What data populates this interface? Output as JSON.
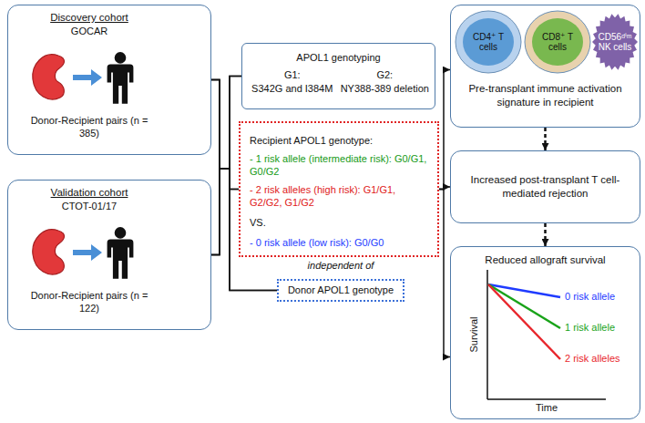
{
  "diagram": {
    "nodes": [
      {
        "text": [
          "Discovery cohort",
          "GOCAR",
          "Donor-Recipient pairs (n = 385)"
        ]
      },
      {
        "text": [
          "Validation cohort",
          "CTOT-01/17",
          "Donor-Recipient pairs (n = 122)"
        ]
      },
      {
        "text": [
          "APOL1 genotyping",
          "G1:",
          "S342G and I384M",
          "G2:",
          "NY388-389 deletion"
        ]
      },
      {
        "text": [
          "Recipient APOL1 genotype:",
          "- 1 risk allele (intermediate risk): G0/G1, G0/G2",
          "- 2 risk alleles (high risk): G1/G1, G2/G2, G1/G2",
          "VS.",
          "- 0 risk allele (low risk): G0/G0"
        ]
      },
      {
        "text": [
          "Donor APOL1 genotype"
        ]
      },
      {
        "text": [
          "Pre-transplant immune activation signature in recipient"
        ]
      },
      {
        "text": [
          "CD4⁺ T cells"
        ],
        "in": 5
      },
      {
        "text": [
          "CD8⁺ T cells"
        ],
        "in": 5
      },
      {
        "text": [
          "CD56ᵈⁱᵐ NK cells"
        ],
        "in": 5
      },
      {
        "text": [
          "Increased post-transplant T cell-mediated rejection"
        ]
      },
      {
        "text": [
          "Reduced allograft survival"
        ]
      }
    ],
    "edges": [
      {
        "from": 0,
        "to": 2,
        "arrow": "none"
      },
      {
        "from": 1,
        "to": 2,
        "arrow": "none"
      },
      {
        "from": 0,
        "to": 3,
        "arrow": "none"
      },
      {
        "from": 1,
        "to": 3,
        "arrow": "none"
      },
      {
        "from": 0,
        "to": 4,
        "arrow": "none"
      },
      {
        "from": 1,
        "to": 4,
        "arrow": "none"
      },
      {
        "from": 3,
        "to": 5,
        "arrow": "to"
      },
      {
        "from": 3,
        "to": 9,
        "arrow": "to"
      },
      {
        "from": 3,
        "to": 10,
        "arrow": "to"
      },
      {
        "from": 5,
        "to": 9,
        "arrow": "to"
      },
      {
        "from": 9,
        "to": 10,
        "arrow": "to"
      }
    ],
    "labels": [
      "independent of",
      "Survival",
      "Time",
      "0 risk allele",
      "1 risk allele",
      "2 risk alleles"
    ]
  }
}
